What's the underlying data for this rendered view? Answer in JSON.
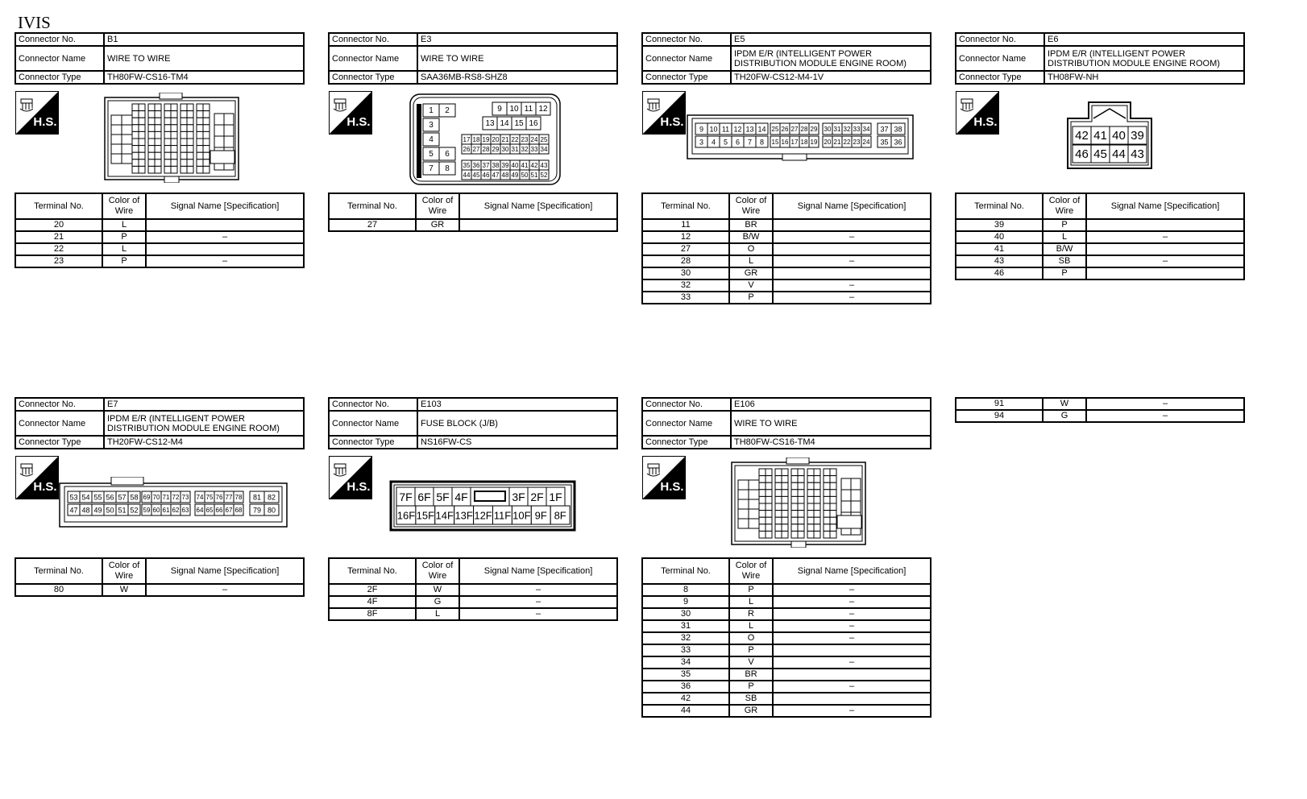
{
  "page_title": "IVIS",
  "labels": {
    "connector_no": "Connector No.",
    "connector_name": "Connector Name",
    "connector_type": "Connector Type",
    "terminal_no": "Terminal No.",
    "color_of_wire": "Color of Wire",
    "signal_name": "Signal Name [Specification]",
    "hs": "H.S."
  },
  "blocks": [
    {
      "no": "B1",
      "name": "WIRE TO WIRE",
      "type": "TH80FW-CS16-TM4",
      "rows": [
        [
          "20",
          "L",
          ""
        ],
        [
          "21",
          "P",
          "–"
        ],
        [
          "22",
          "L",
          ""
        ],
        [
          "23",
          "P",
          "–"
        ]
      ]
    },
    {
      "no": "E3",
      "name": "WIRE TO WIRE",
      "type": "SAA36MB-RS8-SHZ8",
      "rows": [
        [
          "27",
          "GR",
          ""
        ]
      ]
    },
    {
      "no": "E5",
      "name": "IPDM E/R (INTELLIGENT POWER DISTRIBUTION MODULE ENGINE ROOM)",
      "type": "TH20FW-CS12-M4-1V",
      "rows": [
        [
          "11",
          "BR",
          ""
        ],
        [
          "12",
          "B/W",
          "–"
        ],
        [
          "27",
          "O",
          ""
        ],
        [
          "28",
          "L",
          "–"
        ],
        [
          "30",
          "GR",
          ""
        ],
        [
          "32",
          "V",
          "–"
        ],
        [
          "33",
          "P",
          "–"
        ]
      ]
    },
    {
      "no": "E6",
      "name": "IPDM E/R (INTELLIGENT POWER DISTRIBUTION MODULE ENGINE ROOM)",
      "type": "TH08FW-NH",
      "rows": [
        [
          "39",
          "P",
          ""
        ],
        [
          "40",
          "L",
          "–"
        ],
        [
          "41",
          "B/W",
          ""
        ],
        [
          "43",
          "SB",
          "–"
        ],
        [
          "46",
          "P",
          ""
        ]
      ]
    },
    {
      "no": "E7",
      "name": "IPDM E/R (INTELLIGENT POWER DISTRIBUTION MODULE ENGINE ROOM)",
      "type": "TH20FW-CS12-M4",
      "rows": [
        [
          "80",
          "W",
          "–"
        ]
      ]
    },
    {
      "no": "E103",
      "name": "FUSE BLOCK (J/B)",
      "type": "NS16FW-CS",
      "rows": [
        [
          "2F",
          "W",
          "–"
        ],
        [
          "4F",
          "G",
          "–"
        ],
        [
          "8F",
          "L",
          "–"
        ]
      ]
    },
    {
      "no": "E106",
      "name": "WIRE TO WIRE",
      "type": "TH80FW-CS16-TM4",
      "rows": [
        [
          "8",
          "P",
          "–"
        ],
        [
          "9",
          "L",
          "–"
        ],
        [
          "30",
          "R",
          "–"
        ],
        [
          "31",
          "L",
          "–"
        ],
        [
          "32",
          "O",
          "–"
        ],
        [
          "33",
          "P",
          ""
        ],
        [
          "34",
          "V",
          "–"
        ],
        [
          "35",
          "BR",
          ""
        ],
        [
          "36",
          "P",
          "–"
        ],
        [
          "42",
          "SB",
          ""
        ],
        [
          "44",
          "GR",
          "–"
        ]
      ]
    }
  ],
  "continuation_rows": [
    [
      "91",
      "W",
      "–"
    ],
    [
      "94",
      "G",
      "–"
    ]
  ],
  "pins": {
    "e3": {
      "row1": [
        "1",
        "2"
      ],
      "row1r": [
        "9",
        "10",
        "11",
        "12"
      ],
      "row2": [
        "3"
      ],
      "row2r": [
        "13",
        "14",
        "15",
        "16"
      ],
      "row3": [
        "4"
      ],
      "row4": [
        "5",
        "6"
      ],
      "row5": [
        "7",
        "8"
      ],
      "grid1": [
        "17",
        "18",
        "19",
        "20",
        "21",
        "22",
        "23",
        "24",
        "25"
      ],
      "grid2": [
        "26",
        "27",
        "28",
        "29",
        "30",
        "31",
        "32",
        "33",
        "34"
      ],
      "grid3": [
        "35",
        "36",
        "37",
        "38",
        "39",
        "40",
        "41",
        "42",
        "43"
      ],
      "grid4": [
        "44",
        "45",
        "46",
        "47",
        "48",
        "49",
        "50",
        "51",
        "52"
      ]
    },
    "e5": {
      "top": [
        "9",
        "10",
        "11",
        "12",
        "13",
        "14"
      ],
      "bot": [
        "3",
        "4",
        "5",
        "6",
        "7",
        "8"
      ],
      "midtop": [
        "25",
        "26",
        "27",
        "28",
        "29"
      ],
      "midbot": [
        "15",
        "16",
        "17",
        "18",
        "19"
      ],
      "m2top": [
        "30",
        "31",
        "32",
        "33",
        "34"
      ],
      "m2bot": [
        "20",
        "21",
        "22",
        "23",
        "24"
      ],
      "rtop": [
        "37",
        "38"
      ],
      "rbot": [
        "35",
        "36"
      ]
    },
    "e6": {
      "top": [
        "42",
        "41",
        "40",
        "39"
      ],
      "bot": [
        "46",
        "45",
        "44",
        "43"
      ]
    },
    "e7": {
      "top": [
        "53",
        "54",
        "55",
        "56",
        "57",
        "58"
      ],
      "bot": [
        "47",
        "48",
        "49",
        "50",
        "51",
        "52"
      ],
      "m1top": [
        "69",
        "70",
        "71",
        "72",
        "73"
      ],
      "m1bot": [
        "59",
        "60",
        "61",
        "62",
        "63"
      ],
      "m2top": [
        "74",
        "75",
        "76",
        "77",
        "78"
      ],
      "m2bot": [
        "64",
        "65",
        "66",
        "67",
        "68"
      ],
      "rtop": [
        "81",
        "82"
      ],
      "rbot": [
        "79",
        "80"
      ]
    },
    "e103": {
      "top": [
        "7F",
        "6F",
        "5F",
        "4F",
        "",
        "3F",
        "2F",
        "1F"
      ],
      "bot": [
        "16F",
        "15F",
        "14F",
        "13F",
        "12F",
        "11F",
        "10F",
        "9F",
        "8F"
      ]
    }
  }
}
